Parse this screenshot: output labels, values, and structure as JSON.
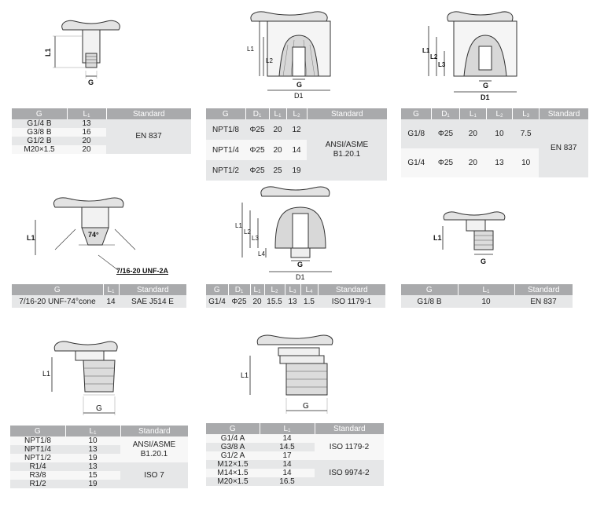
{
  "diagrams": [
    {
      "labels": {
        "l1": "L1",
        "g": "G"
      }
    },
    {
      "labels": {
        "l1": "L1",
        "l2": "L2",
        "g": "G",
        "d1": "D1"
      }
    },
    {
      "labels": {
        "l1": "L1",
        "l2": "L2",
        "l3": "L3",
        "g": "G",
        "d1": "D1"
      }
    },
    {
      "labels": {
        "l1": "L1",
        "angle": "74°",
        "thread": "7/16-20 UNF-2A"
      }
    },
    {
      "labels": {
        "l1": "L1",
        "l2": "L2",
        "l3": "L3",
        "l4": "L4",
        "g": "G",
        "d1": "D1"
      }
    },
    {
      "labels": {
        "l1": "L1",
        "g": "G"
      }
    },
    {
      "labels": {
        "l1": "L1",
        "g": "G"
      }
    },
    {
      "labels": {
        "l1": "L1",
        "g": "G"
      }
    }
  ],
  "tables": {
    "t1": {
      "headers": [
        "G",
        "L1",
        "Standard"
      ],
      "rows": [
        [
          "G1/4 B",
          "13"
        ],
        [
          "G3/8 B",
          "16"
        ],
        [
          "G1/2 B",
          "20"
        ],
        [
          "M20×1.5",
          "20"
        ]
      ],
      "standard": "EN 837"
    },
    "t2": {
      "headers": [
        "G",
        "D1",
        "L1",
        "L2",
        "Standard"
      ],
      "rows": [
        [
          "NPT1/8",
          "Φ25",
          "20",
          "12"
        ],
        [
          "NPT1/4",
          "Φ25",
          "20",
          "14"
        ],
        [
          "NPT1/2",
          "Φ25",
          "25",
          "19"
        ]
      ],
      "standard_line1": "ANSI/ASME",
      "standard_line2": "B1.20.1"
    },
    "t3": {
      "headers": [
        "G",
        "D1",
        "L1",
        "L2",
        "L3",
        "Standard"
      ],
      "rows": [
        [
          "G1/8",
          "Φ25",
          "20",
          "10",
          "7.5"
        ],
        [
          "G1/4",
          "Φ25",
          "20",
          "13",
          "10"
        ]
      ],
      "standard": "EN 837"
    },
    "t4": {
      "headers": [
        "G",
        "L1",
        "Standard"
      ],
      "row": [
        "7/16-20 UNF-74°cone",
        "14",
        "SAE J514 E"
      ]
    },
    "t5": {
      "headers": [
        "G",
        "D1",
        "L1",
        "L2",
        "L3",
        "L4",
        "Standard"
      ],
      "row": [
        "G1/4",
        "Φ25",
        "20",
        "15.5",
        "13",
        "1.5",
        "ISO 1179-1"
      ]
    },
    "t6": {
      "headers": [
        "G",
        "L1",
        "Standard"
      ],
      "row": [
        "G1/8 B",
        "10",
        "EN 837"
      ]
    },
    "t7": {
      "headers": [
        "G",
        "L1",
        "Standard"
      ],
      "rows": [
        [
          "NPT1/8",
          "10"
        ],
        [
          "NPT1/4",
          "13"
        ],
        [
          "NPT1/2",
          "19"
        ],
        [
          "R1/4",
          "13"
        ],
        [
          "R3/8",
          "15"
        ],
        [
          "R1/2",
          "19"
        ]
      ],
      "standard_a_line1": "ANSI/ASME",
      "standard_a_line2": "B1.20.1",
      "standard_b": "ISO 7"
    },
    "t8": {
      "headers": [
        "G",
        "L1",
        "Standard"
      ],
      "rows": [
        [
          "G1/4 A",
          "14"
        ],
        [
          "G3/8 A",
          "14.5"
        ],
        [
          "G1/2 A",
          "17"
        ],
        [
          "M12×1.5",
          "14"
        ],
        [
          "M14×1.5",
          "14"
        ],
        [
          "M20×1.5",
          "16.5"
        ]
      ],
      "standard_a": "ISO 1179-2",
      "standard_b": "ISO 9974-2"
    }
  }
}
